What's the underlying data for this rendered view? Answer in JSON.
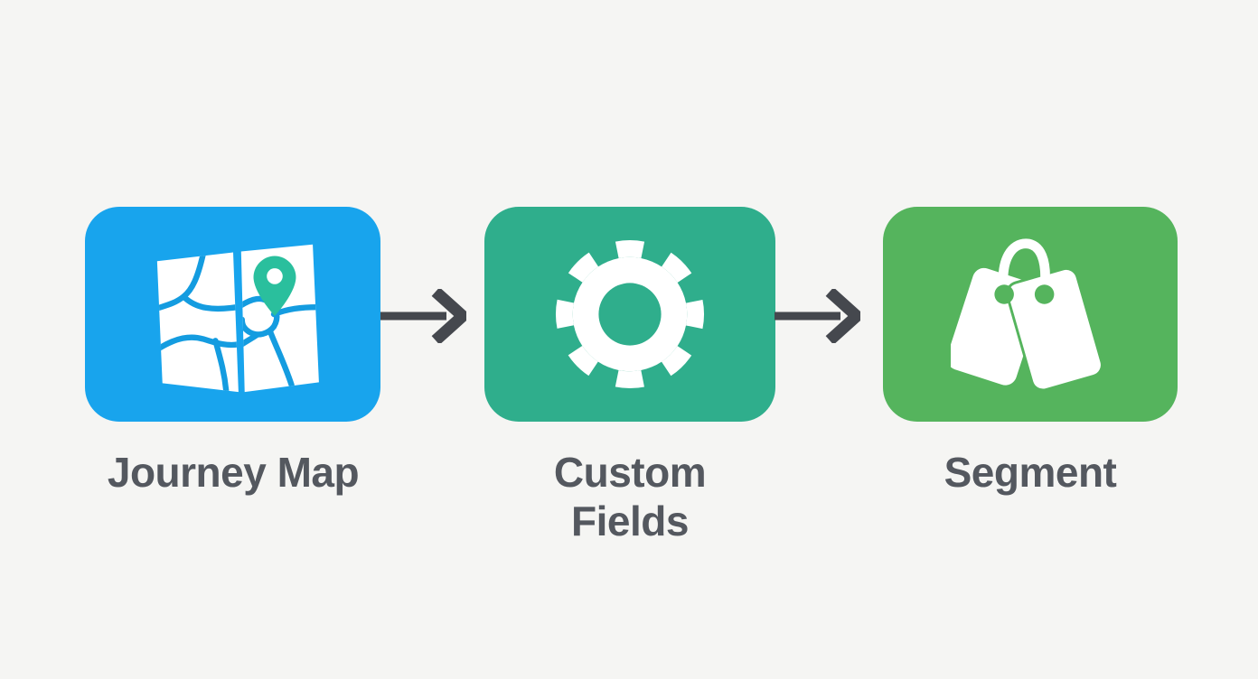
{
  "canvas": {
    "background": "#f5f5f3"
  },
  "flow": {
    "nodes": [
      {
        "id": "journey-map",
        "label": "Journey Map",
        "color": "#18a4ed",
        "icon": "map-icon"
      },
      {
        "id": "custom-fields",
        "label": "Custom Fields",
        "color": "#2fae8c",
        "icon": "gear-icon"
      },
      {
        "id": "segment",
        "label": "Segment",
        "color": "#55b45d",
        "icon": "tags-icon"
      }
    ],
    "connectors": [
      {
        "from": "journey-map",
        "to": "custom-fields",
        "style": "arrow-right"
      },
      {
        "from": "custom-fields",
        "to": "segment",
        "style": "arrow-right"
      }
    ],
    "arrow_color": "#45484e",
    "label_color": "#54585f"
  },
  "icon_colors": {
    "map_paper": "#ffffff",
    "map_roads": "#149ce0",
    "map_pin": "#2abf9d",
    "pin_hole": "#ffffff",
    "gear_body": "#ffffff",
    "tag_body": "#ffffff",
    "rope": "#ffffff"
  }
}
